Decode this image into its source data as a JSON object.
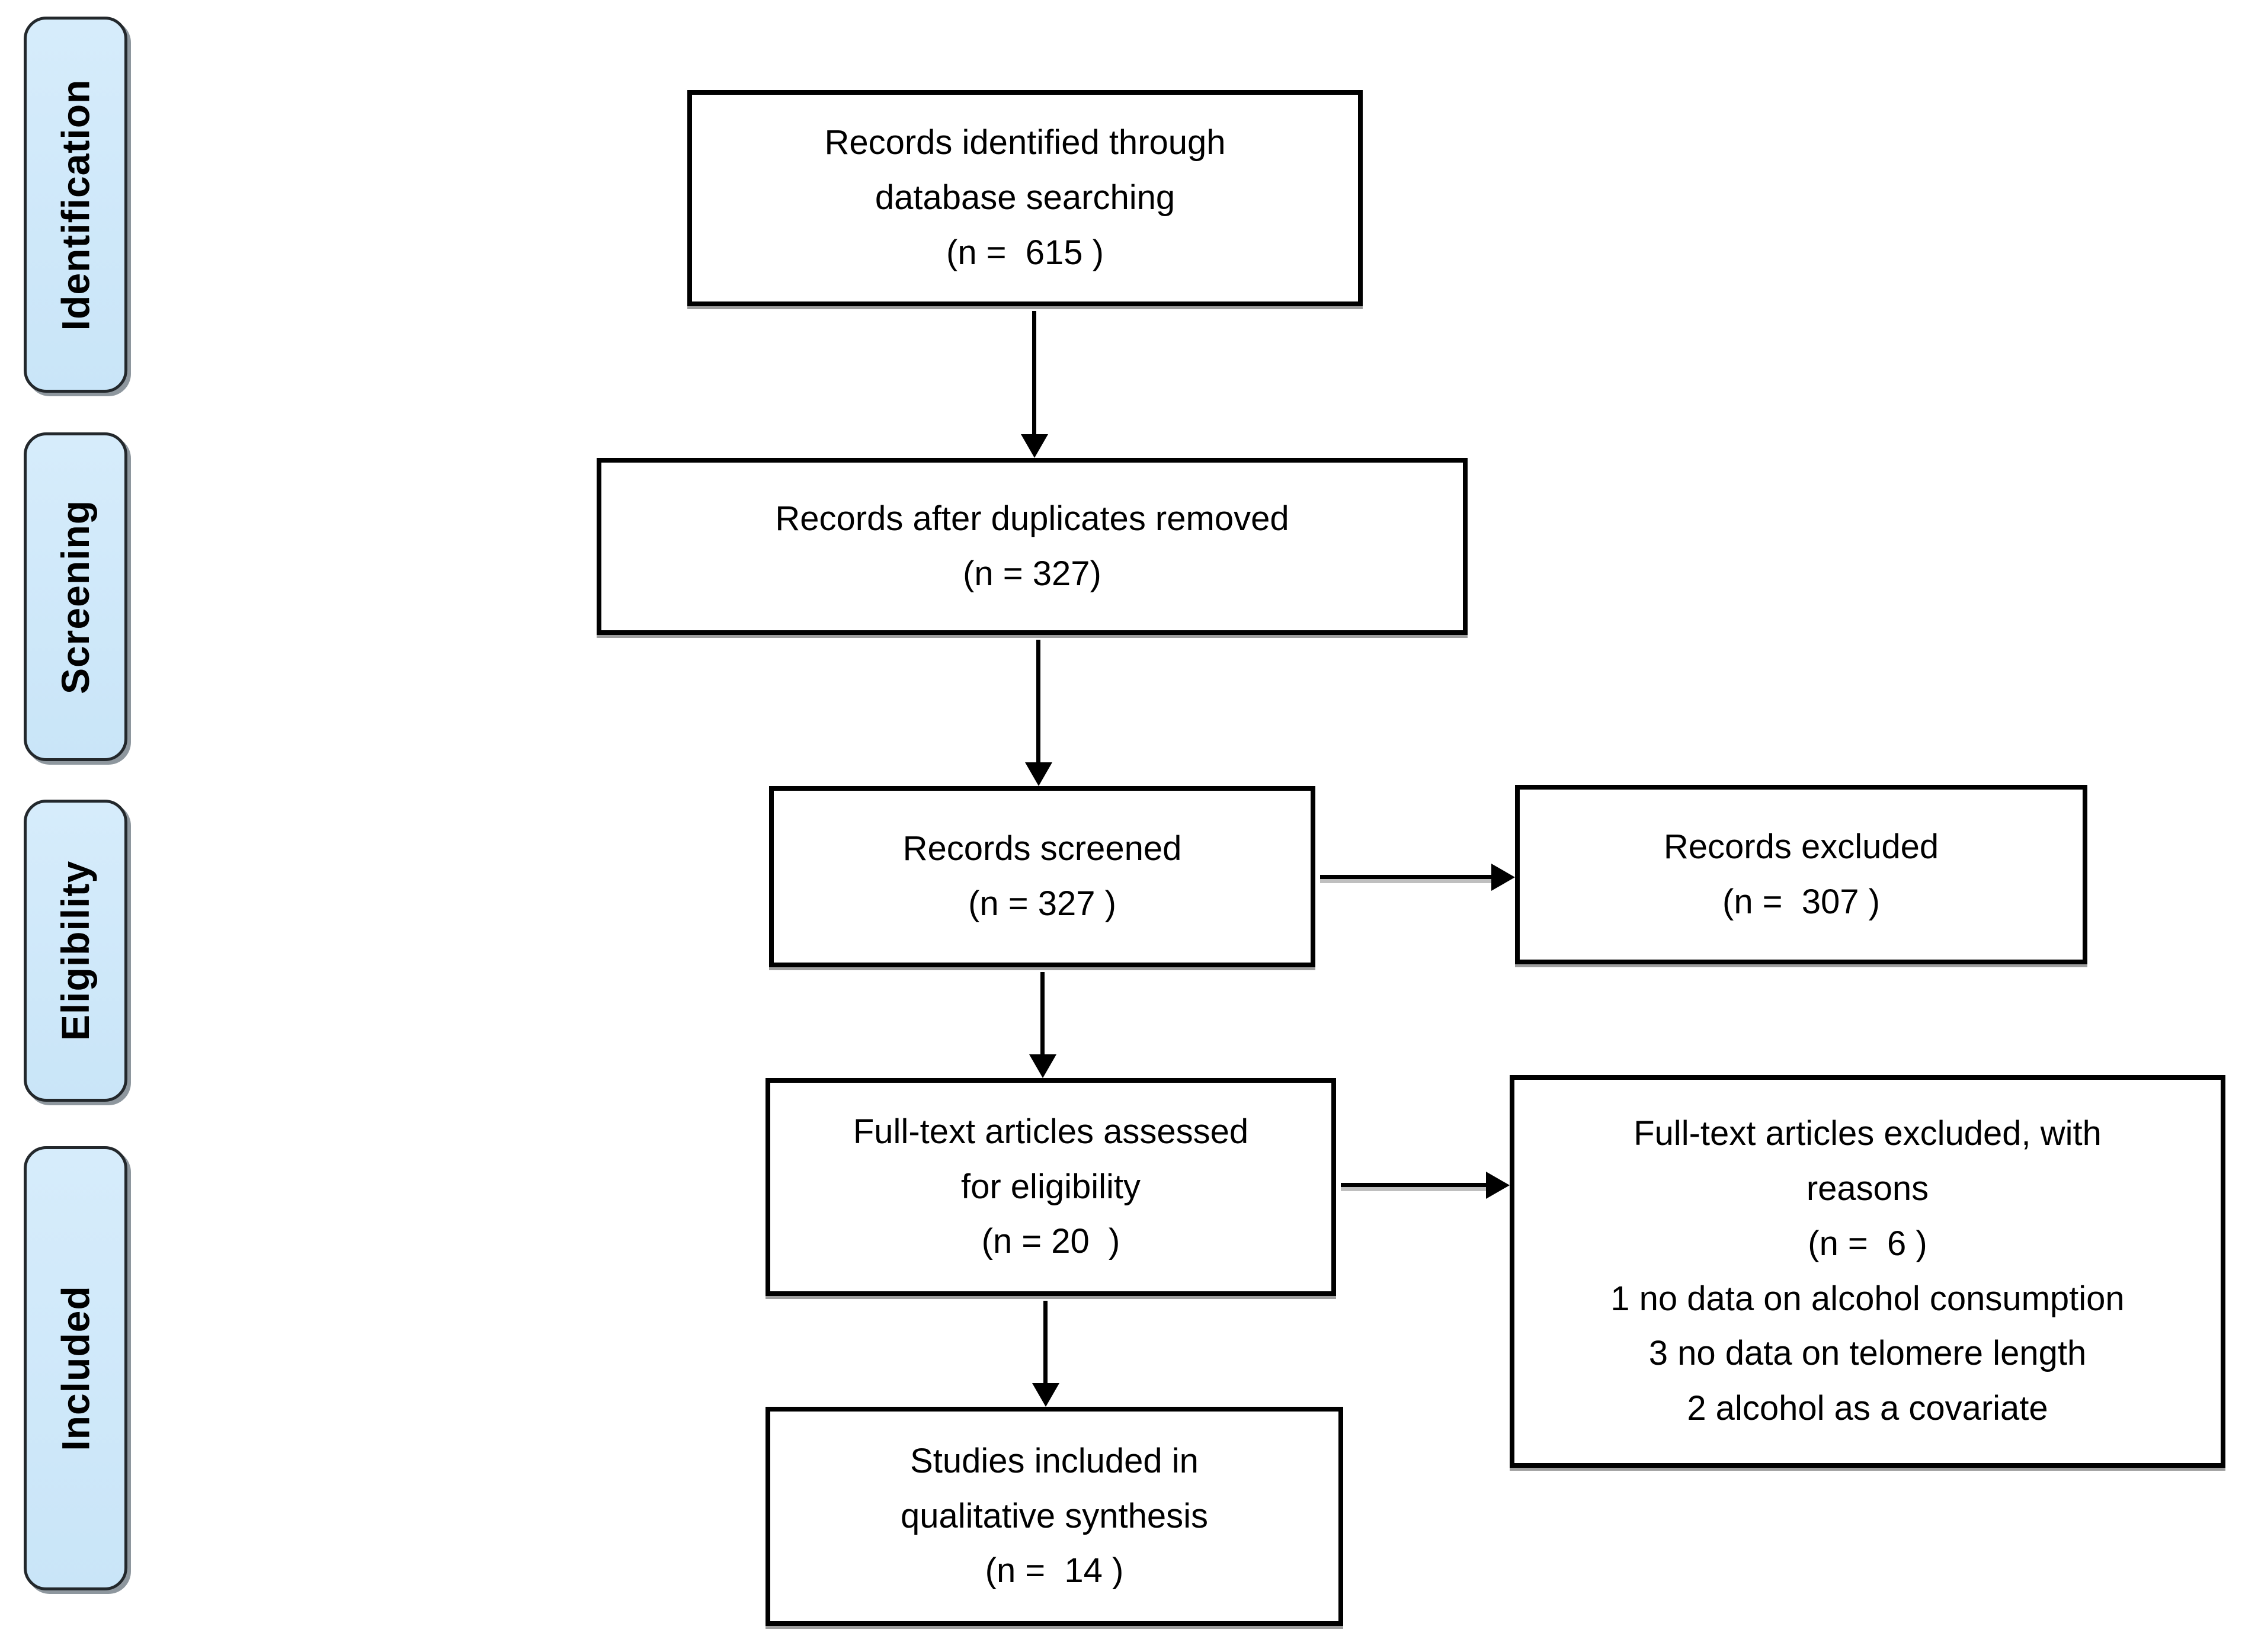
{
  "sidebar": {
    "stages": [
      {
        "label": "Identification"
      },
      {
        "label": "Screening"
      },
      {
        "label": "Eligibility"
      },
      {
        "label": "Included"
      }
    ]
  },
  "flow": {
    "boxes": [
      {
        "id": "records-identified",
        "lines": [
          "Records identified through",
          "database searching",
          "(n =  615 )"
        ]
      },
      {
        "id": "records-after-duplicates",
        "lines": [
          "Records after duplicates removed",
          "(n = 327)"
        ]
      },
      {
        "id": "records-screened",
        "lines": [
          "Records screened",
          "(n = 327 )"
        ]
      },
      {
        "id": "records-excluded",
        "lines": [
          "Records excluded",
          "(n =  307 )"
        ]
      },
      {
        "id": "fulltext-assessed",
        "lines": [
          "Full-text articles assessed",
          "for eligibility",
          "(n = 20  )"
        ]
      },
      {
        "id": "fulltext-excluded",
        "lines": [
          "Full-text articles excluded, with",
          "reasons",
          "(n =  6 )",
          "1 no data on alcohol consumption",
          "3 no data on telomere length",
          "2 alcohol as a covariate"
        ]
      },
      {
        "id": "studies-included",
        "lines": [
          "Studies included in",
          "qualitative synthesis",
          "(n =  14 )"
        ]
      }
    ]
  },
  "colors": {
    "background": "#ffffff",
    "stage_fill": "#cde7f8",
    "stage_border": "#23282c",
    "stage_shadow": "#8e979e",
    "box_border": "#000000",
    "arrow": "#000000",
    "text": "#000000"
  }
}
